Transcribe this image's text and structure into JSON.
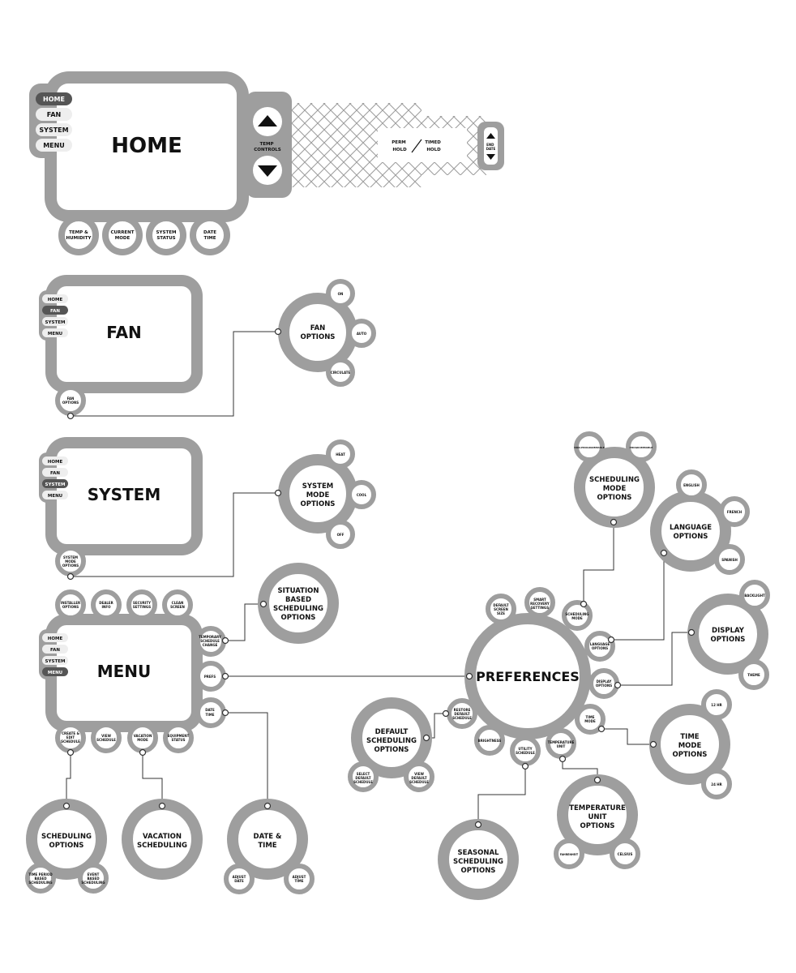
{
  "home_panel": {
    "title": "HOME",
    "tabs": [
      "HOME",
      "FAN",
      "SYSTEM",
      "MENU"
    ],
    "active_tab": "HOME",
    "bottom_buttons": [
      [
        "TEMP &",
        "HUMIDITY"
      ],
      [
        "CURRENT",
        "MODE"
      ],
      [
        "SYSTEM",
        "STATUS"
      ],
      [
        "DATE",
        "TIME"
      ]
    ],
    "temp_controls_label": [
      "TEMP",
      "CONTROLS"
    ],
    "hold": {
      "perm": [
        "PERM",
        "HOLD"
      ],
      "timed": [
        "TIMED",
        "HOLD"
      ]
    },
    "end_label": [
      "END",
      "DATE"
    ]
  },
  "fan_panel": {
    "title": "FAN",
    "tabs": [
      "HOME",
      "FAN",
      "SYSTEM",
      "MENU"
    ],
    "active_tab": "FAN",
    "bottom_button": [
      "FAN",
      "OPTIONS"
    ],
    "options_hub": {
      "label": [
        "FAN",
        "OPTIONS"
      ],
      "options": [
        "ON",
        "AUTO",
        "CIRCULATE"
      ]
    }
  },
  "system_panel": {
    "title": "SYSTEM",
    "tabs": [
      "HOME",
      "FAN",
      "SYSTEM",
      "MENU"
    ],
    "active_tab": "SYSTEM",
    "bottom_button": [
      "SYSTEM",
      "MODE",
      "OPTIONS"
    ],
    "options_hub": {
      "label": [
        "SYSTEM",
        "MODE",
        "OPTIONS"
      ],
      "options": [
        "HEAT",
        "COOL",
        "OFF"
      ]
    }
  },
  "menu_panel": {
    "title": "MENU",
    "tabs": [
      "HOME",
      "FAN",
      "SYSTEM",
      "MENU"
    ],
    "active_tab": "MENU",
    "top_buttons": [
      [
        "INSTALLER",
        "OPTIONS"
      ],
      [
        "DEALER",
        "INFO"
      ],
      [
        "SECURITY",
        "SETTINGS"
      ],
      [
        "CLEAN",
        "SCREEN"
      ]
    ],
    "side_buttons": [
      [
        "TEMPORARY",
        "SCHEDULE",
        "CHANGE"
      ],
      [
        "PREFS"
      ],
      [
        "DATE",
        "TIME"
      ]
    ],
    "bottom_buttons": [
      [
        "CREATE &",
        "EDIT",
        "SCHEDULE"
      ],
      [
        "VIEW",
        "SCHEDULE"
      ],
      [
        "VACATION",
        "MODE"
      ],
      [
        "EQUIPMENT",
        "STATUS"
      ]
    ]
  },
  "situation_hub": [
    "SITUATION",
    "BASED",
    "SCHEDULING",
    "OPTIONS"
  ],
  "scheduling_hub": {
    "label": [
      "SCHEDULING",
      "OPTIONS"
    ],
    "options": [
      [
        "TIME PERIOD",
        "BASED",
        "SCHEDULING"
      ],
      [
        "EVENT",
        "BASED",
        "SCHEDULING"
      ]
    ]
  },
  "vacation_hub": [
    "VACATION",
    "SCHEDULING"
  ],
  "datetime_hub": {
    "label": [
      "DATE &",
      "TIME"
    ],
    "options": [
      [
        "ADJUST",
        "DATE"
      ],
      [
        "ADJUST",
        "TIME"
      ]
    ]
  },
  "preferences": {
    "label": "PREFERENCES",
    "satellites": [
      [
        "DEFAULT",
        "SCREEN",
        "SIZE"
      ],
      [
        "SMART",
        "RECOVERY",
        "SETTINGS"
      ],
      [
        "SCHEDULING",
        "MODE"
      ],
      [
        "LANGUAGE",
        "OPTIONS"
      ],
      [
        "DISPLAY",
        "OPTIONS"
      ],
      [
        "TIME",
        "MODE"
      ],
      [
        "TEMPERATURE",
        "UNIT"
      ],
      [
        "UTILITY",
        "SCHEDULE"
      ],
      [
        "BRIGHTNESS"
      ],
      [
        "RESTORE",
        "DEFAULT",
        "SCHEDULE"
      ]
    ]
  },
  "scheduling_mode_hub": {
    "label": [
      "SCHEDULING",
      "MODE",
      "OPTIONS"
    ],
    "options": [
      "NON-PROGRAMMABLE",
      "PROGRAMMABLE"
    ]
  },
  "language_hub": {
    "label": [
      "LANGUAGE",
      "OPTIONS"
    ],
    "options": [
      "ENGLISH",
      "FRENCH",
      "SPANISH"
    ]
  },
  "display_hub": {
    "label": [
      "DISPLAY",
      "OPTIONS"
    ],
    "options": [
      "BACKLIGHT",
      "THEME"
    ]
  },
  "time_mode_hub": {
    "label": [
      "TIME",
      "MODE",
      "OPTIONS"
    ],
    "options": [
      "12 HR",
      "24 HR"
    ]
  },
  "temp_unit_hub": {
    "label": [
      "TEMPERATURE",
      "UNIT",
      "OPTIONS"
    ],
    "options": [
      "FAHRENHEIT",
      "CELSIUS"
    ]
  },
  "seasonal_hub": [
    "SEASONAL",
    "SCHEDULING",
    "OPTIONS"
  ],
  "default_sched_hub": {
    "label": [
      "DEFAULT",
      "SCHEDULING",
      "OPTIONS"
    ],
    "options": [
      [
        "SELECT",
        "DEFAULT",
        "SCHEDULE"
      ],
      [
        "VIEW",
        "DEFAULT",
        "SCHEDULE"
      ]
    ]
  },
  "colors": {
    "frame": "#9e9e9e",
    "dark_tab": "#555555",
    "light_tab": "#eeeeee",
    "line": "#333333"
  }
}
